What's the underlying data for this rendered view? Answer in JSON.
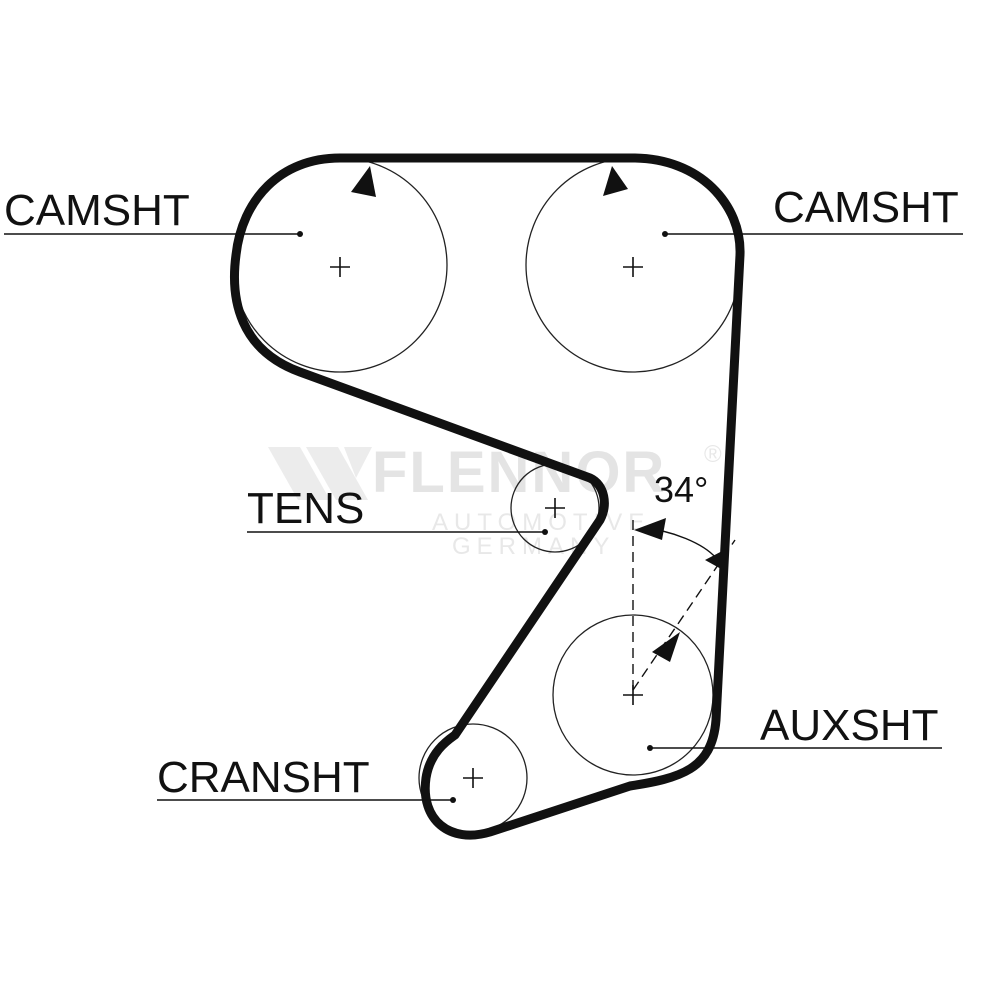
{
  "labels": {
    "camshaft_left": "CAMSHT",
    "camshaft_right": "CAMSHT",
    "tensioner": "TENS",
    "auxiliary_shaft": "AUXSHT",
    "crankshaft": "CRANSHT"
  },
  "angle": {
    "text": "34°",
    "value_deg": 34
  },
  "watermark": {
    "brand": "FLENNOR",
    "line1": "AUTOMOTIVE",
    "line2": "GERMANY",
    "registered": "®"
  },
  "colors": {
    "belt": "#111111",
    "pulley_outline": "#222222",
    "watermark": "#e4e4e4"
  }
}
